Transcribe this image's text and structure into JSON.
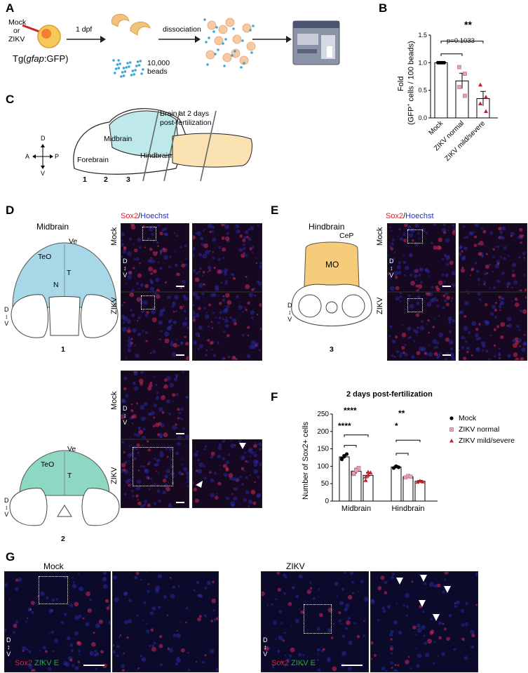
{
  "panels": {
    "A": {
      "letter": "A",
      "mock_or_zikv": [
        "Mock",
        "or",
        "ZIKV"
      ],
      "step1": "1 dpf",
      "step2": "dissociation",
      "beads": [
        "10,000",
        "beads"
      ],
      "strain_prefix": "Tg(",
      "strain_gene": "gfap",
      "strain_suffix": ":GFP)"
    },
    "B": {
      "letter": "B",
      "pval": "p=0.1033",
      "sig": "**",
      "ylabel_line1": "Fold",
      "ylabel_line2": "(GFP",
      "ylabel_sup": "+",
      "ylabel_rest": " cells / 100 beads)"
    },
    "C": {
      "letter": "C",
      "caption": [
        "Brain at 2 days",
        "post-fertilization"
      ],
      "regions": [
        "Midbrain",
        "Forebrain",
        "Hindbrain"
      ],
      "sections": [
        "1",
        "2",
        "3"
      ],
      "axes": {
        "d": "D",
        "v": "V",
        "a": "A",
        "p": "P"
      }
    },
    "D": {
      "letter": "D",
      "region": "Midbrain",
      "labels": {
        "ve": "Ve",
        "teo": "TeO",
        "t": "T",
        "n": "N"
      },
      "section1": "1",
      "section2": "2",
      "stain_red": "Sox2",
      "stain_sep": "/",
      "stain_blue": "Hoechst",
      "mock": "Mock",
      "zikv": "ZIKV"
    },
    "E": {
      "letter": "E",
      "region": "Hindbrain",
      "labels": {
        "cep": "CeP",
        "mo": "MO"
      },
      "section": "3",
      "stain_red": "Sox2",
      "stain_sep": "/",
      "stain_blue": "Hoechst",
      "mock": "Mock",
      "zikv": "ZIKV"
    },
    "F": {
      "letter": "F",
      "sig_mid_1": "****",
      "sig_mid_2": "****",
      "sig_hind_1": "**",
      "sig_hind_2": "*"
    },
    "G": {
      "letter": "G",
      "mock": "Mock",
      "zikv": "ZIKV",
      "stain_red": "Sox2",
      "stain_green": "ZIKV E"
    }
  },
  "chart_data": [
    {
      "id": "B",
      "type": "bar",
      "categories": [
        "Mock",
        "ZIKV normal",
        "ZIKV mild/severe"
      ],
      "values": [
        1.0,
        0.67,
        0.35
      ],
      "errors": [
        0.0,
        0.14,
        0.13
      ],
      "points": [
        [
          1.0,
          1.0,
          1.0,
          1.0
        ],
        [
          0.92,
          0.8,
          0.56,
          0.4
        ],
        [
          0.6,
          0.38,
          0.26,
          0.12
        ]
      ],
      "colors": [
        "#000000",
        "#e8a0b8",
        "#c0202a"
      ],
      "ylim": [
        0.0,
        1.5
      ],
      "yticks": [
        "0.0",
        "0.5",
        "1.0",
        "1.5"
      ],
      "ylabel": "Fold (GFP+ cells / 100 beads)",
      "xlabel": "",
      "title": ""
    },
    {
      "id": "F",
      "type": "bar",
      "title": "2 days post-fertilization",
      "categories": [
        "Midbrain",
        "Hindbrain"
      ],
      "series": [
        {
          "name": "Mock",
          "values": [
            127,
            98
          ],
          "errors": [
            5,
            4
          ],
          "points": [
            [
              120,
              128,
              135,
              122,
              130
            ],
            [
              95,
              100,
              97
            ]
          ],
          "color": "#000000"
        },
        {
          "name": "ZIKV normal",
          "values": [
            86,
            70
          ],
          "errors": [
            7,
            3
          ],
          "points": [
            [
              78,
              90,
              95,
              80,
              88
            ],
            [
              68,
              72,
              70
            ]
          ],
          "color": "#e8a0b8"
        },
        {
          "name": "ZIKV mild/severe",
          "values": [
            74,
            57
          ],
          "errors": [
            8,
            2
          ],
          "points": [
            [
              60,
              75,
              82,
              70,
              84
            ],
            [
              55,
              58,
              56
            ]
          ],
          "color": "#c0202a"
        }
      ],
      "ylim": [
        0,
        250
      ],
      "yticks": [
        "0",
        "50",
        "100",
        "150",
        "200",
        "250"
      ],
      "ylabel": "Number of Sox2+ cells",
      "xlabel": ""
    }
  ]
}
